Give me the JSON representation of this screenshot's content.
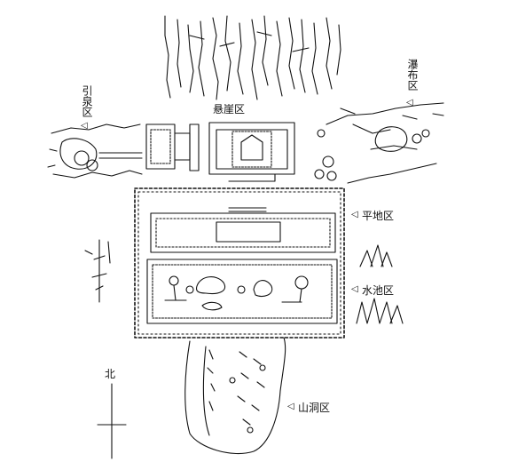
{
  "labels": {
    "cliff": "悬崖区",
    "diversion": "引泉区",
    "waterfall": "瀑布区",
    "flatland": "平地区",
    "pond": "水池区",
    "cave": "山洞区",
    "north": "北"
  },
  "icons": {
    "marker": "left-pointing-triangle"
  }
}
